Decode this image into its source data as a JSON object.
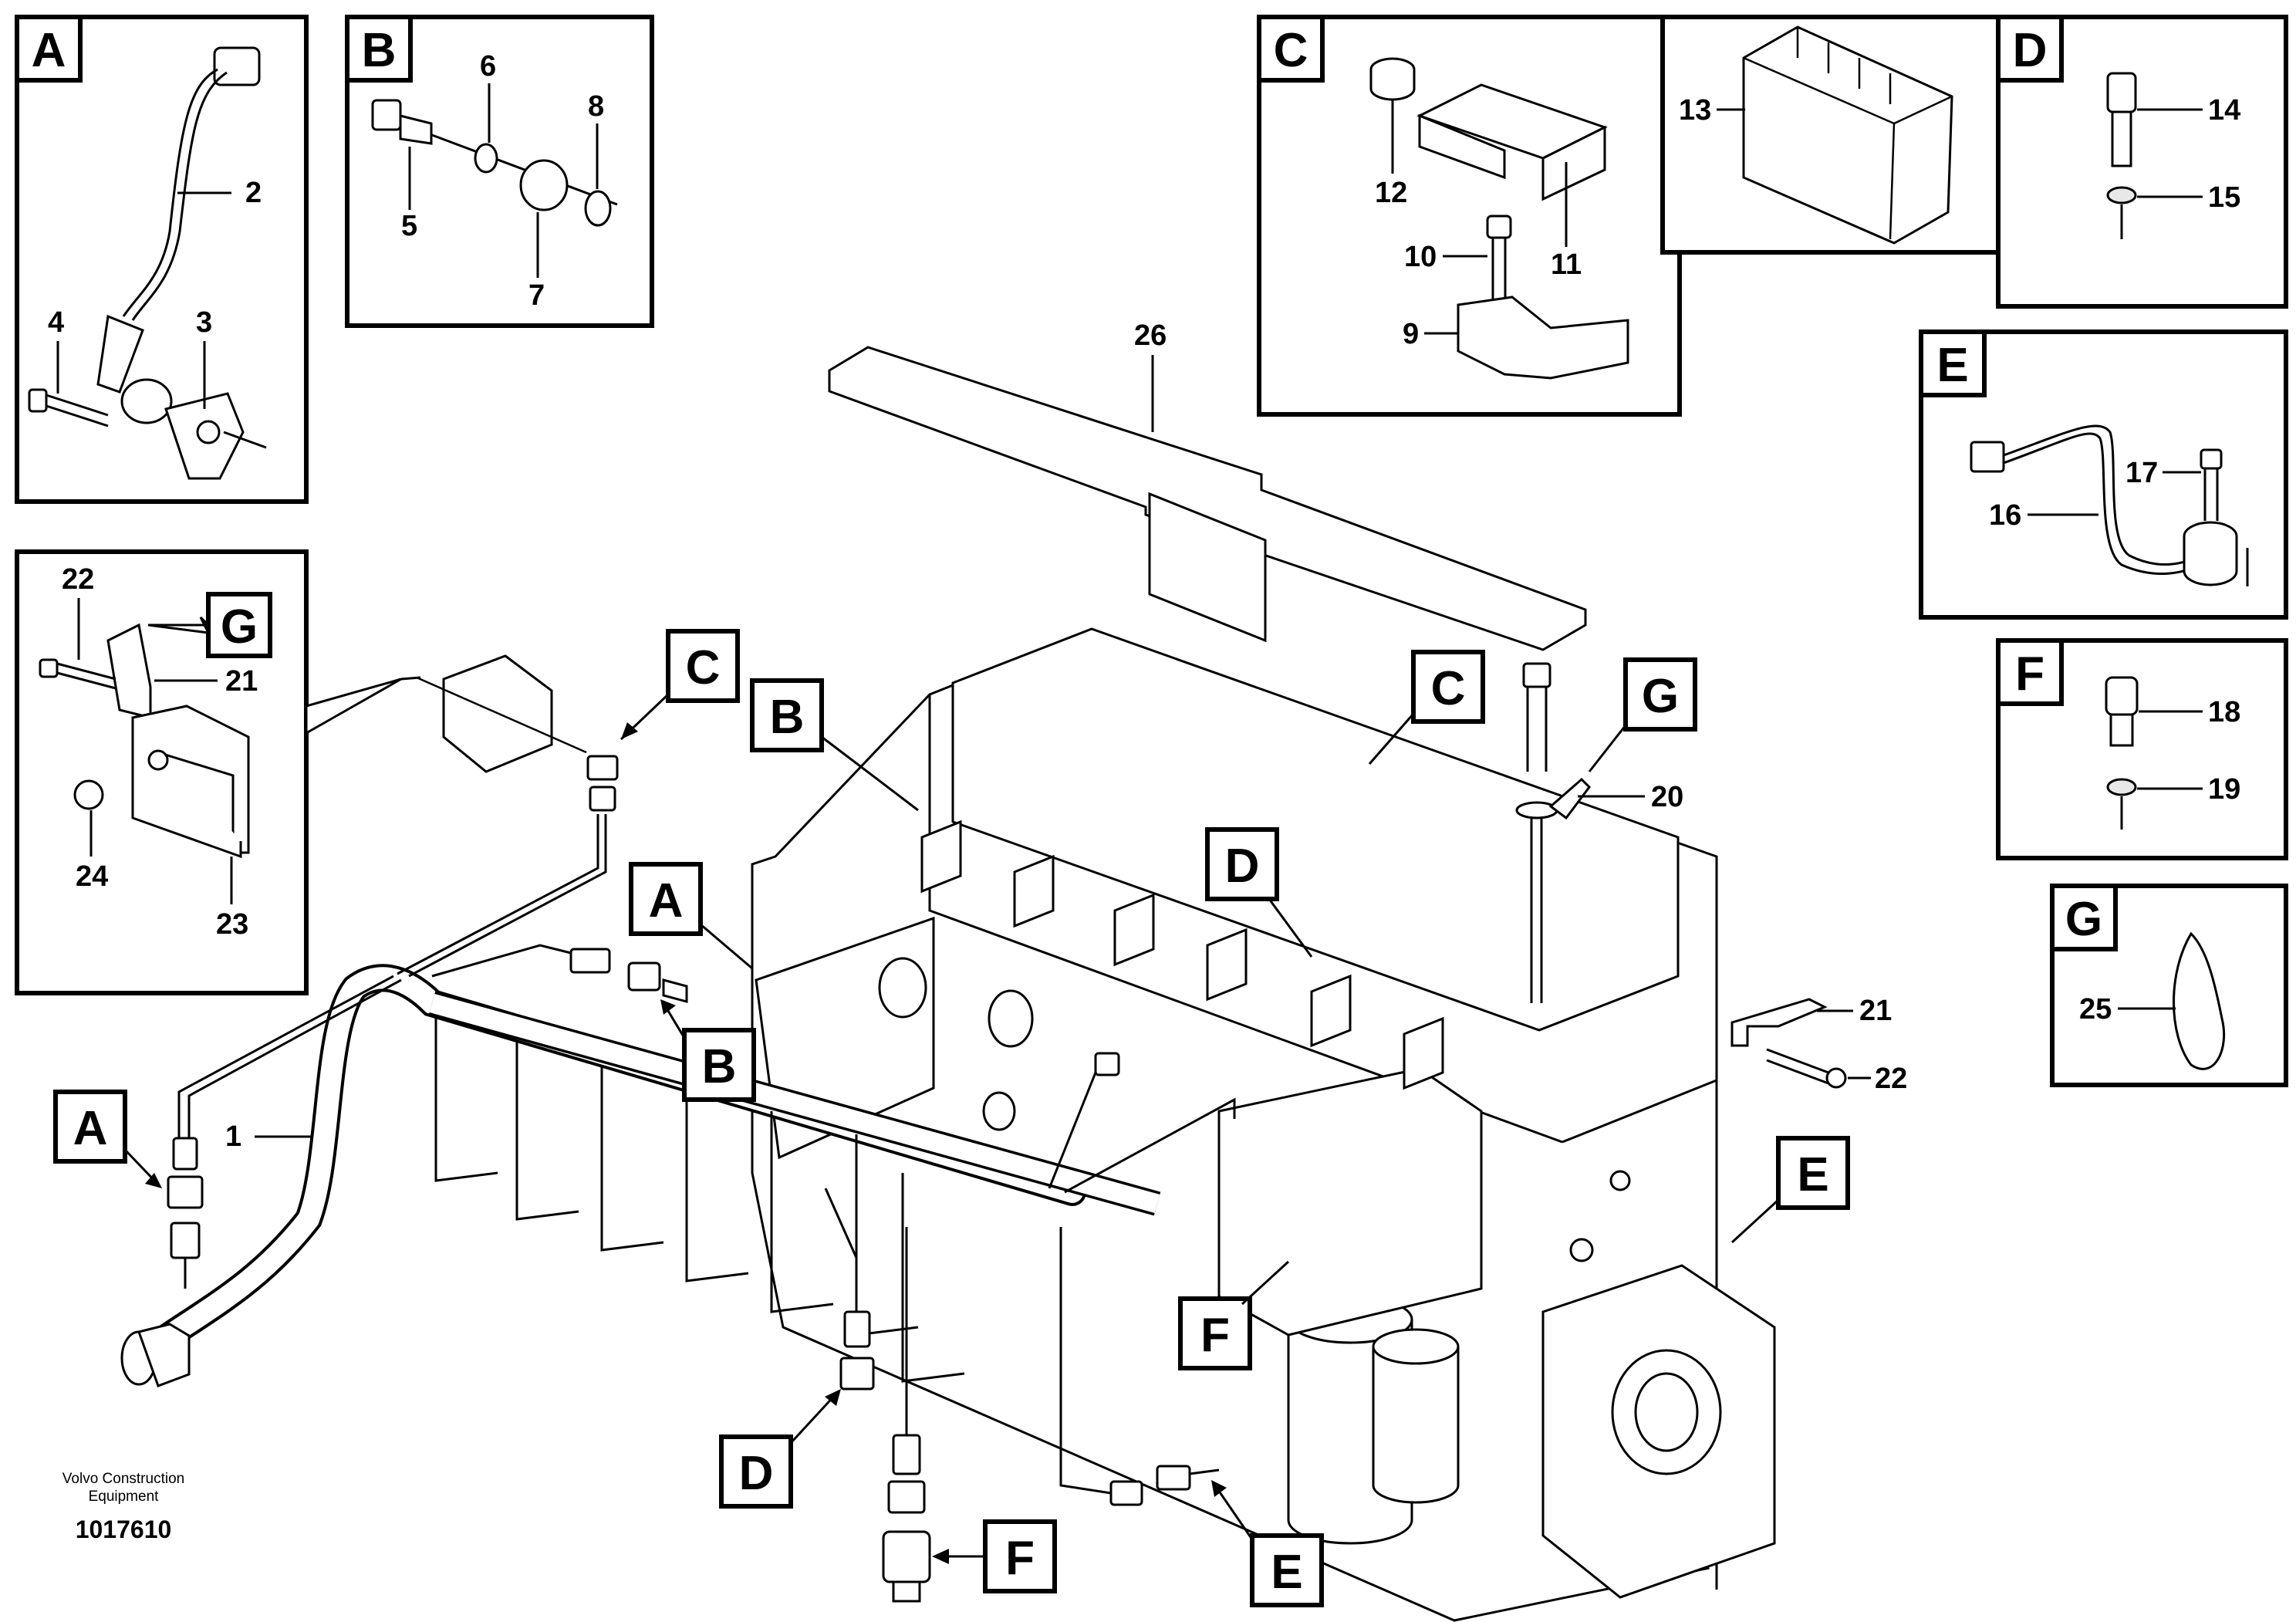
{
  "diagram": {
    "callout_letters": [
      "A",
      "B",
      "C",
      "D",
      "E",
      "F",
      "G"
    ],
    "part_numbers": [
      "1",
      "2",
      "3",
      "4",
      "5",
      "6",
      "7",
      "8",
      "9",
      "10",
      "11",
      "12",
      "13",
      "14",
      "15",
      "16",
      "17",
      "18",
      "19",
      "20",
      "21",
      "22",
      "23",
      "24",
      "25",
      "26"
    ],
    "credit_line1": "Volvo Construction",
    "credit_line2": "Equipment",
    "drawing_number": "1017610"
  }
}
